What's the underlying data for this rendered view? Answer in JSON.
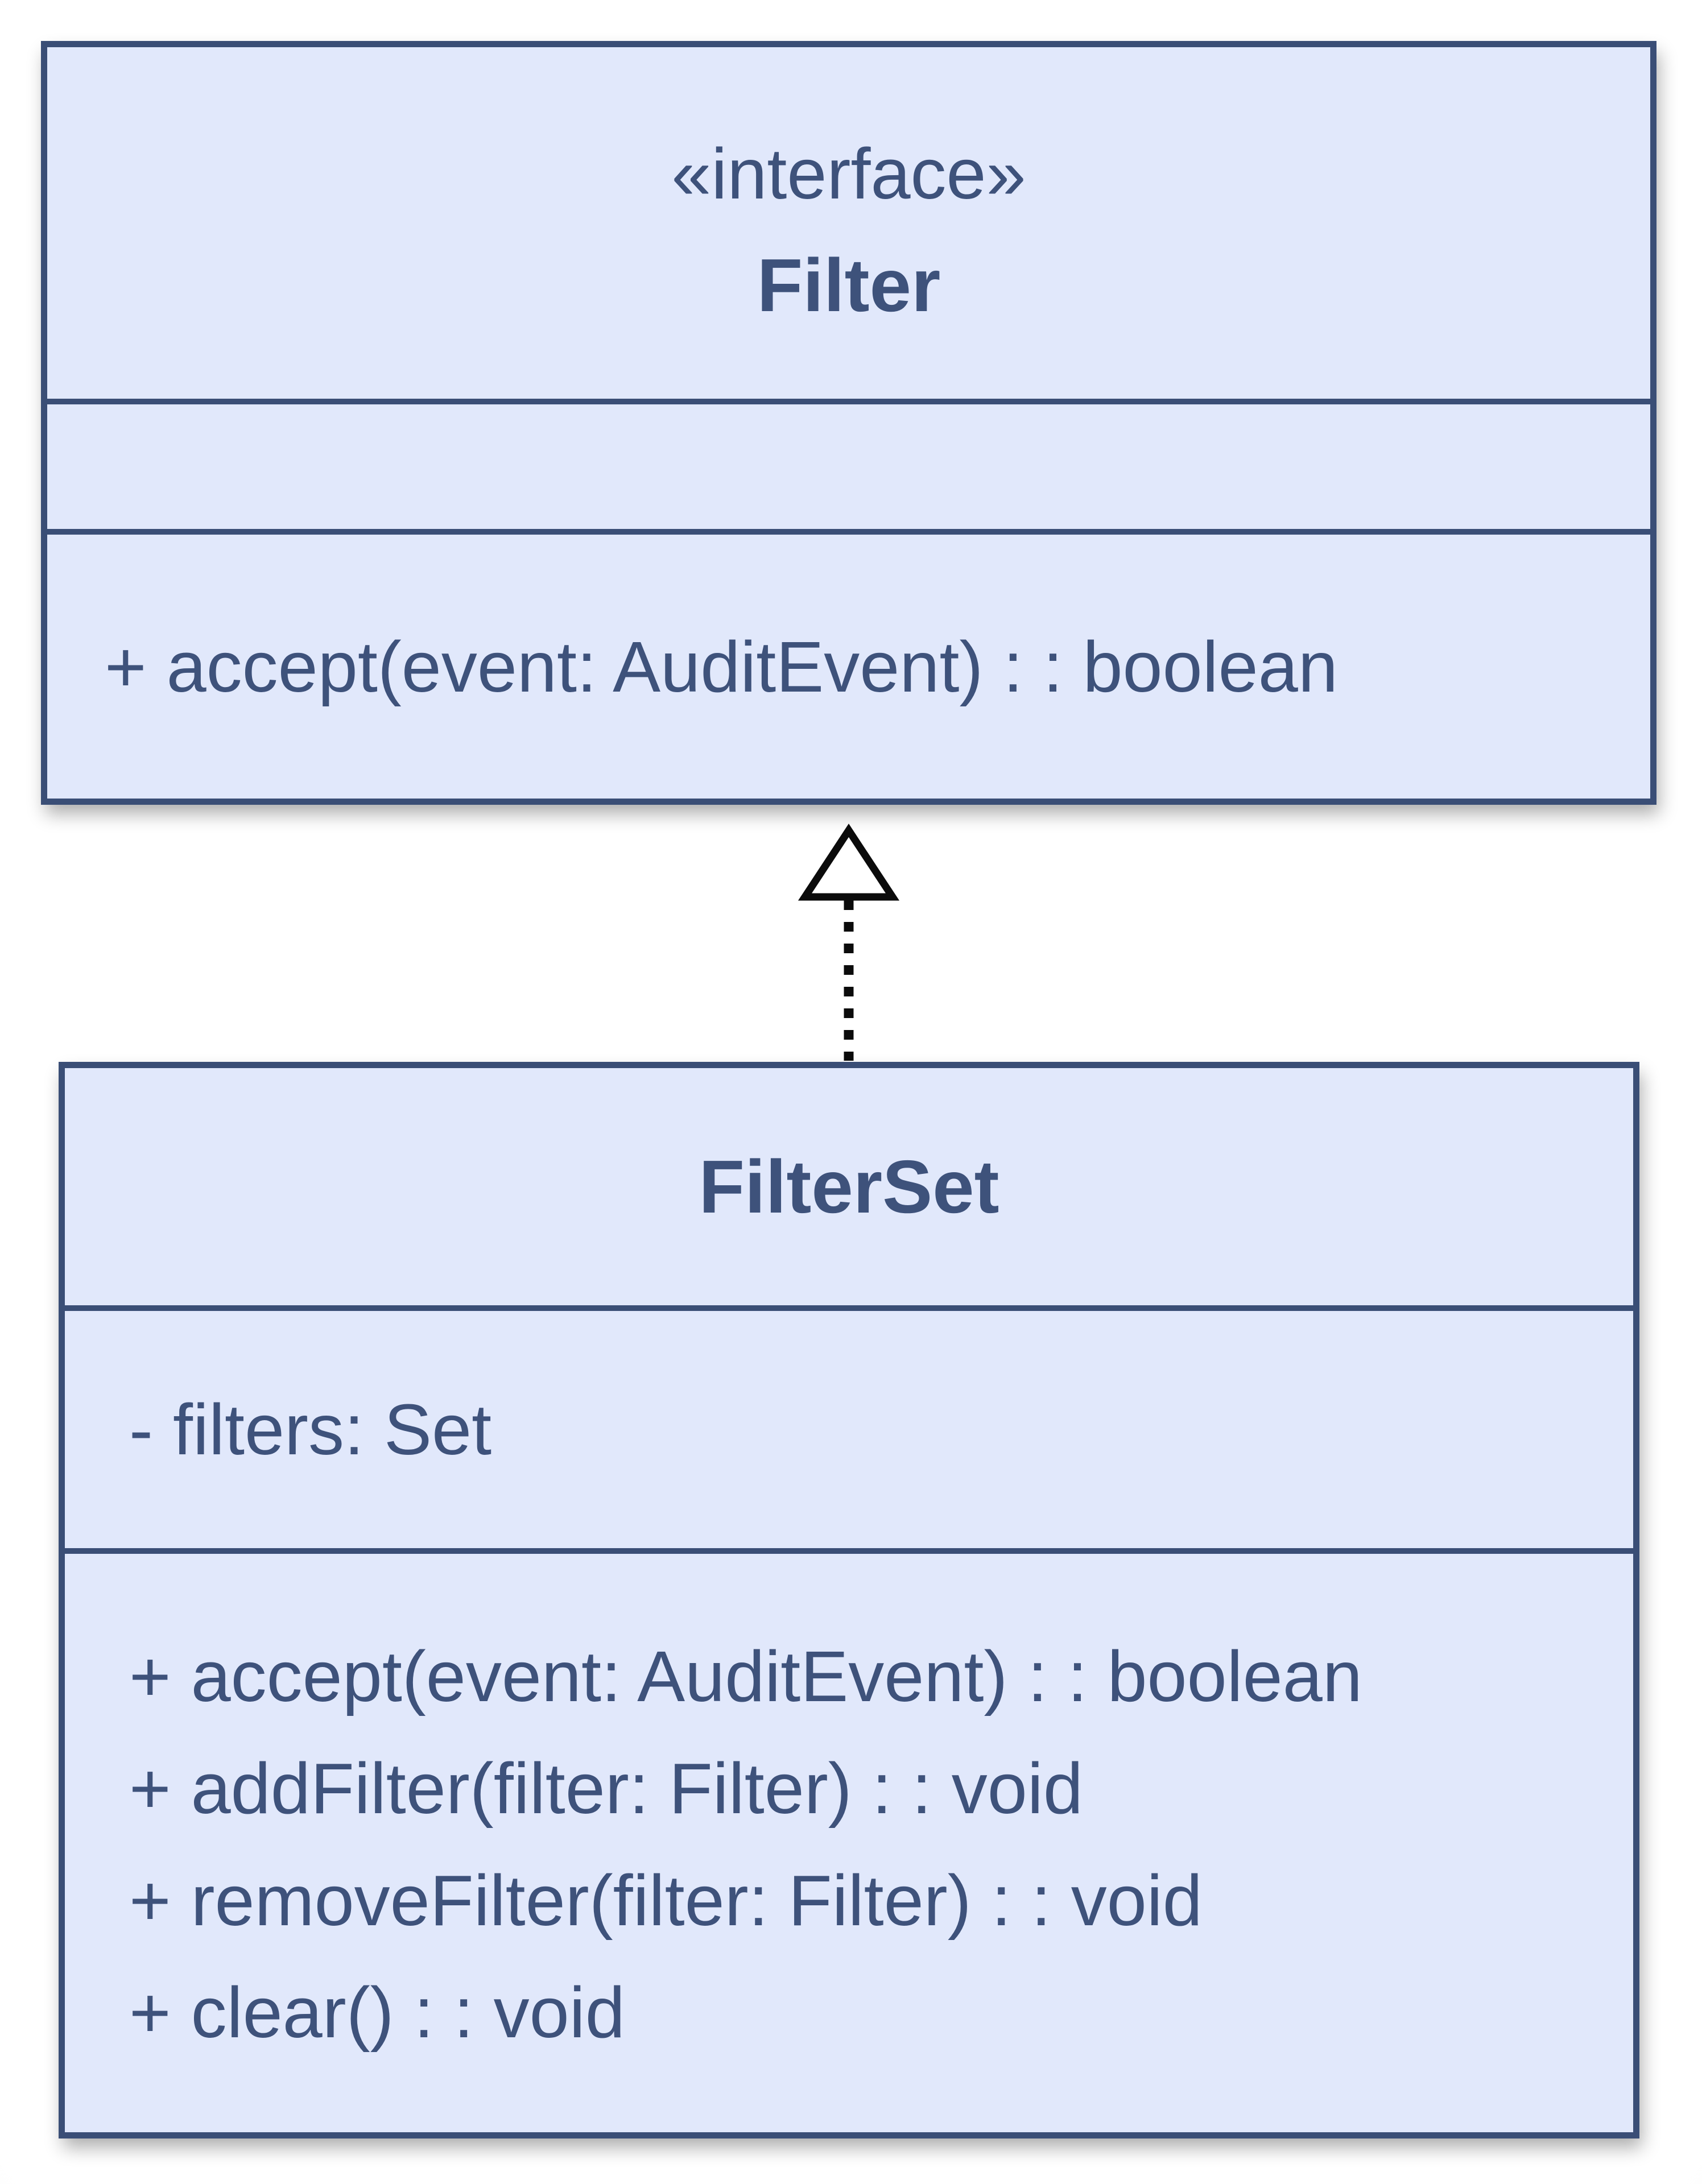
{
  "colors": {
    "box_fill": "#e1e8fb",
    "box_border": "#3a4e76",
    "text": "#3e527b",
    "arrow": "#0b0b0b",
    "page_background": "#ffffff"
  },
  "classes": [
    {
      "stereotype": "«interface»",
      "name": "Filter",
      "attributes": [],
      "methods": [
        "+ accept(event: AuditEvent) : : boolean"
      ]
    },
    {
      "name": "FilterSet",
      "attributes": [
        "- filters: Set"
      ],
      "methods": [
        "+ accept(event: AuditEvent) : : boolean",
        "+ addFilter(filter: Filter) : : void",
        "+ removeFilter(filter: Filter) : : void",
        "+ clear() : : void"
      ]
    }
  ],
  "relationship": {
    "type": "realization",
    "from": "FilterSet",
    "to": "Filter",
    "line_style": "dashed",
    "arrow_head": "hollow-triangle"
  }
}
